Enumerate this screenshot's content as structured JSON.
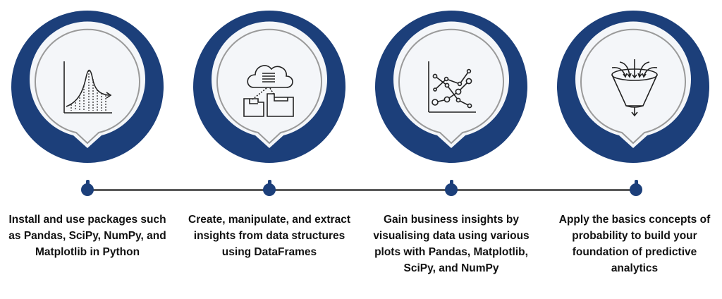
{
  "colors": {
    "ring": "#1c3f7a",
    "inner": "#f4f6f9",
    "outline": "#9a9a9a",
    "connector": "#5a5a5a",
    "icon_stroke": "#222222",
    "text": "#111111"
  },
  "steps": [
    {
      "icon": "bell-curve-chart-icon",
      "caption": "Install and use packages such as Pandas, SciPy, NumPy, and Matplotlib in Python"
    },
    {
      "icon": "cloud-data-boxes-icon",
      "caption": "Create, manipulate, and extract insights from data structures using DataFrames"
    },
    {
      "icon": "line-plot-icon",
      "caption": "Gain business insights by visualising data using various plots with Pandas, Matplotlib, SciPy, and NumPy"
    },
    {
      "icon": "funnel-icon",
      "caption": "Apply the basics concepts of probability to build your foundation of predictive analytics"
    }
  ]
}
